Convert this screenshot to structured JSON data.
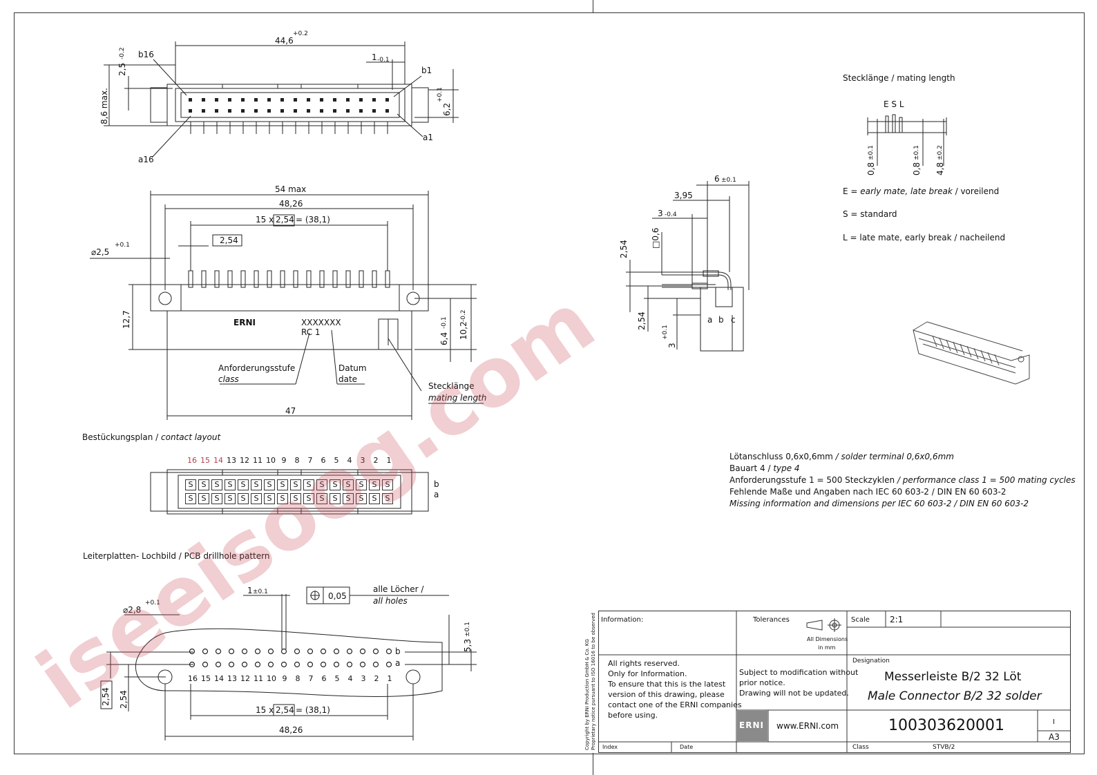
{
  "drawing": {
    "dim_width": "44,6",
    "dim_width_tol": "+0.2",
    "dim_pitch1": "1",
    "dim_pitch1_tol": "-0.1",
    "dim_top_h": "2,5",
    "dim_top_h_tol": "-0.2",
    "dim_max_h": "8,6 max.",
    "dim_62": "6,2",
    "dim_62_tol": "+0.1",
    "label_b16": "b16",
    "label_b1": "b1",
    "label_a1": "a1",
    "label_a16": "a16",
    "dim_54max": "54 max",
    "dim_4826": "48,26",
    "dim_15x": "15 x",
    "dim_254": "2,54",
    "dim_381": "= (38,1)",
    "dim_hole": "2,5",
    "dim_hole_tol": "+0.1",
    "dim_127": "12,7",
    "dim_64": "6,4",
    "dim_64_tol": "-0.1",
    "dim_102": "10,2",
    "dim_102_tol": "-0.2",
    "dim_47": "47",
    "brand": "ERNI",
    "marking": "XXXXXXX",
    "rc": "RC 1",
    "anf": "Anforderungsstufe",
    "class": "class",
    "datum": "Datum",
    "date": "date",
    "steck": "Stecklänge",
    "mating": "mating length"
  },
  "layout_section": {
    "title_de": "Bestückungsplan / ",
    "title_en": "contact layout",
    "numbers": [
      "16",
      "15",
      "14",
      "13",
      "12",
      "11",
      "10",
      "9",
      "8",
      "7",
      "6",
      "5",
      "4",
      "3",
      "2",
      "1"
    ],
    "cell": "S",
    "row_b": "b",
    "row_a": "a"
  },
  "pcb_section": {
    "title": "Leiterplatten- Lochbild / PCB drillhole pattern",
    "dim_1": "1",
    "dim_1_tol": "±0.1",
    "tol_val": "0,05",
    "all_holes_de": "alle Löcher /",
    "all_holes_en": "all holes",
    "dim_hole": "2,8",
    "dim_hole_tol": "+0.1",
    "dim_53": "5,3",
    "dim_53_tol": "±0.1",
    "dim_254a": "2,54",
    "dim_254b": "2,54",
    "numbers": [
      "16",
      "15",
      "14",
      "13",
      "12",
      "11",
      "10",
      "9",
      "8",
      "7",
      "6",
      "5",
      "4",
      "3",
      "2",
      "1"
    ],
    "row_b": "b",
    "row_a": "a",
    "dim_15x": "15 x",
    "dim_254": "2,54",
    "dim_381": "= (38,1)",
    "dim_4826": "48,26"
  },
  "side_view": {
    "dim_6": "6",
    "dim_6_tol": "±0.1",
    "dim_395": "3,95",
    "dim_3": "3",
    "dim_3_tol": "-0.4",
    "dim_06": "□0,6",
    "dim_254a": "2,54",
    "dim_254b": "2,54",
    "dim_3b": "3",
    "dim_3b_tol": "+0.1",
    "abc": [
      "a",
      "b",
      "c"
    ]
  },
  "mating": {
    "title": "Stecklänge / mating length",
    "esl": "E S L",
    "d08a": "0,8",
    "d08a_tol": "±0.1",
    "d08b": "0,8",
    "d08b_tol": "±0.1",
    "d48": "4,8",
    "d48_tol": "±0.2",
    "e_pre": "E = ",
    "e_it": "early mate, late break",
    "e_post": " / voreilend",
    "s_line": "S = standard",
    "l_line": "L = late mate, early break / nacheilend"
  },
  "notes": {
    "line1_a": "Lötanschluss 0,6x0,6mm",
    "line1_b": " / solder terminal 0,6x0,6mm",
    "line2_a": "Bauart 4 / ",
    "line2_b": "type 4",
    "line3_a": "Anforderungsstufe 1 = 500 Steckzyklen",
    "line3_b": " / performance class 1 = 500 mating cycles",
    "line4": "Fehlende Maße und Angaben nach IEC 60 603-2 / DIN EN 60 603-2",
    "line5": "Missing information and dimensions per IEC 60 603-2 / DIN EN 60 603-2"
  },
  "title_block": {
    "information": "Information:",
    "tolerances": "Tolerances",
    "all_dims": "All Dimensions",
    "in_mm": "in mm",
    "scale_label": "Scale",
    "scale_val": "2:1",
    "rights": "All rights reserved.\nOnly for Information.\nTo ensure that this is the latest\nversion of this drawing, please\ncontact one of the ERNI companies\nbefore using.",
    "subject": "Subject to modification without\nprior notice.\nDrawing will not be updated.",
    "designation_label": "Designation",
    "designation_de": "Messerleiste B/2 32 Löt",
    "designation_en": "Male Connector B/2 32 solder",
    "part_no": "100303620001",
    "rev": "I",
    "size": "A3",
    "logo": "ERNI",
    "url": "www.ERNI.com",
    "index": "Index",
    "date": "Date",
    "class_label": "Class",
    "class_val": "STVB/2",
    "copyright": "Copyright by ERNI Production GmbH & Co. KG\nProprietary notice pursuant to ISO 16016 to be observed"
  },
  "watermark": "iseeisoog.com"
}
